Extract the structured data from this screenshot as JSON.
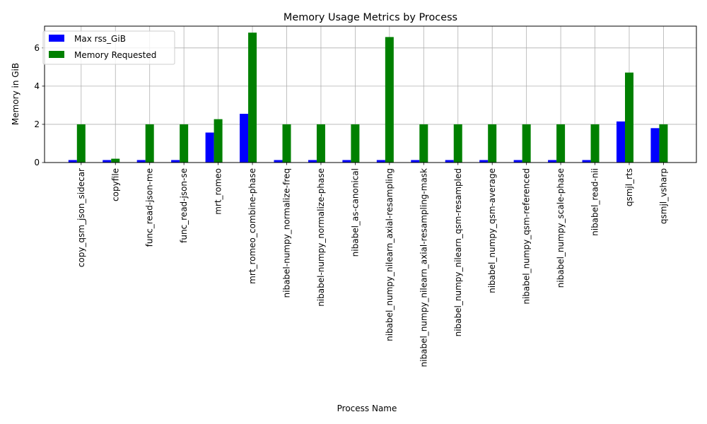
{
  "chart_data": {
    "type": "bar",
    "title": "Memory Usage Metrics by Process",
    "xlabel": "Process Name",
    "ylabel": "Memory in GiB",
    "ylim": [
      0,
      7.14
    ],
    "yticks": [
      0,
      2,
      4,
      6
    ],
    "grid": true,
    "legend_position": "top-left",
    "categories": [
      "copy_qsm_json_sidecar",
      "copyfile",
      "func_read-json-me",
      "func_read-json-se",
      "mrt_romeo",
      "mrt_romeo_combine-phase",
      "nibabel-numpy_normalize-freq",
      "nibabel-numpy_normalize-phase",
      "nibabel_as-canonical",
      "nibabel_numpy_nilearn_axial-resampling",
      "nibabel_numpy_nilearn_axial-resampling-mask",
      "nibabel_numpy_nilearn_qsm-resampled",
      "nibabel_numpy_qsm-average",
      "nibabel_numpy_qsm-referenced",
      "nibabel_numpy_scale-phase",
      "nibabel_read-nii",
      "qsmjl_rts",
      "qsmjl_vsharp"
    ],
    "series": [
      {
        "name": "Max rss_GiB",
        "color": "#0000ff",
        "values": [
          0.13,
          0.13,
          0.13,
          0.13,
          1.57,
          2.55,
          0.13,
          0.13,
          0.13,
          0.13,
          0.13,
          0.13,
          0.13,
          0.13,
          0.13,
          0.13,
          2.15,
          1.8
        ]
      },
      {
        "name": "Memory Requested",
        "color": "#008000",
        "values": [
          2.0,
          0.2,
          2.0,
          2.0,
          2.27,
          6.8,
          2.0,
          2.0,
          2.0,
          6.57,
          2.0,
          2.0,
          2.0,
          2.0,
          2.0,
          2.0,
          4.71,
          2.0
        ]
      }
    ]
  }
}
